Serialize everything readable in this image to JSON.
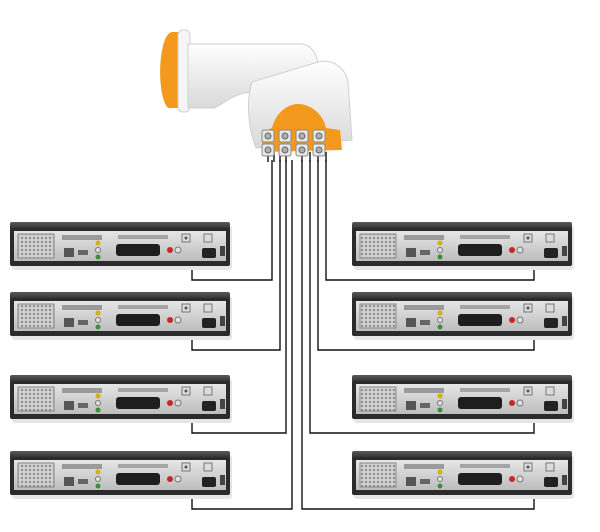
{
  "diagram": {
    "lnb": {
      "body_color": "#f2f2f2",
      "accent_color": "#f39a1e",
      "output_count": 8
    },
    "receivers": [
      {
        "id": "r1",
        "side": "left",
        "row": 1
      },
      {
        "id": "r2",
        "side": "left",
        "row": 2
      },
      {
        "id": "r3",
        "side": "left",
        "row": 3
      },
      {
        "id": "r4",
        "side": "left",
        "row": 4
      },
      {
        "id": "r5",
        "side": "right",
        "row": 1
      },
      {
        "id": "r6",
        "side": "right",
        "row": 2
      },
      {
        "id": "r7",
        "side": "right",
        "row": 3
      },
      {
        "id": "r8",
        "side": "right",
        "row": 4
      }
    ],
    "colors": {
      "receiver_body": "#2b2b2b",
      "receiver_panel": "#cfcfcf",
      "cable": "#111111",
      "rca_red": "#c62828",
      "rca_white": "#e0e0e0"
    }
  }
}
